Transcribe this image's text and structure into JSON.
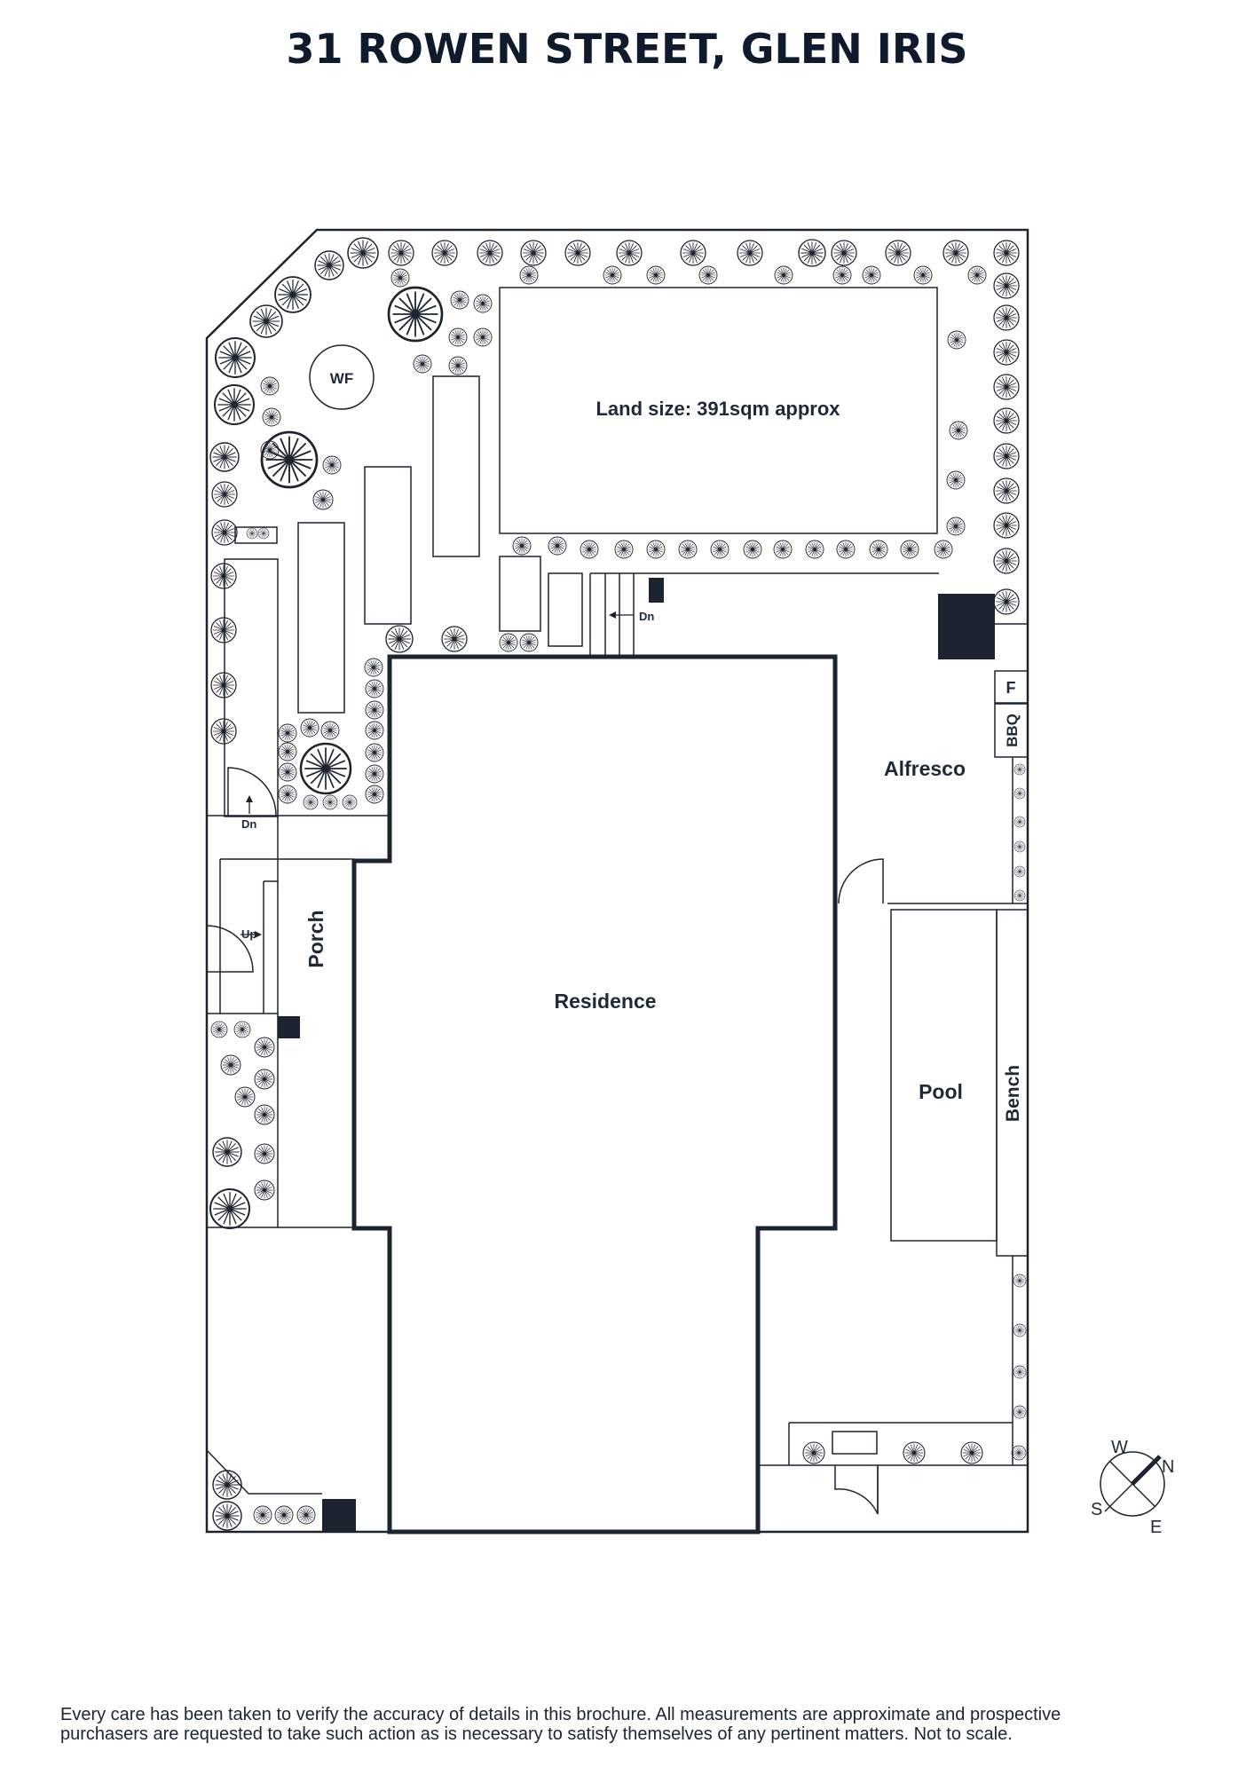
{
  "title": "31 ROWEN STREET, GLEN IRIS",
  "labels": {
    "land_size": "Land size: 391sqm approx",
    "wf": "WF",
    "dn_top": "Dn",
    "dn_left": "Dn",
    "up": "Up",
    "porch": "Porch",
    "residence": "Residence",
    "alfresco": "Alfresco",
    "f": "F",
    "bbq": "BBQ",
    "pool": "Pool",
    "bench": "Bench"
  },
  "compass": {
    "w": "W",
    "n": "N",
    "s": "S",
    "e": "E"
  },
  "disclaimer": {
    "line1": "Every care has been taken to verify the accuracy of details in this brochure. All measurements are approximate and prospective",
    "line2": "purchasers are requested to take such action as is necessary to satisfy themselves of any pertinent matters. Not to scale."
  },
  "colors": {
    "ink": "#1c2430",
    "title": "#0f1a2c"
  }
}
